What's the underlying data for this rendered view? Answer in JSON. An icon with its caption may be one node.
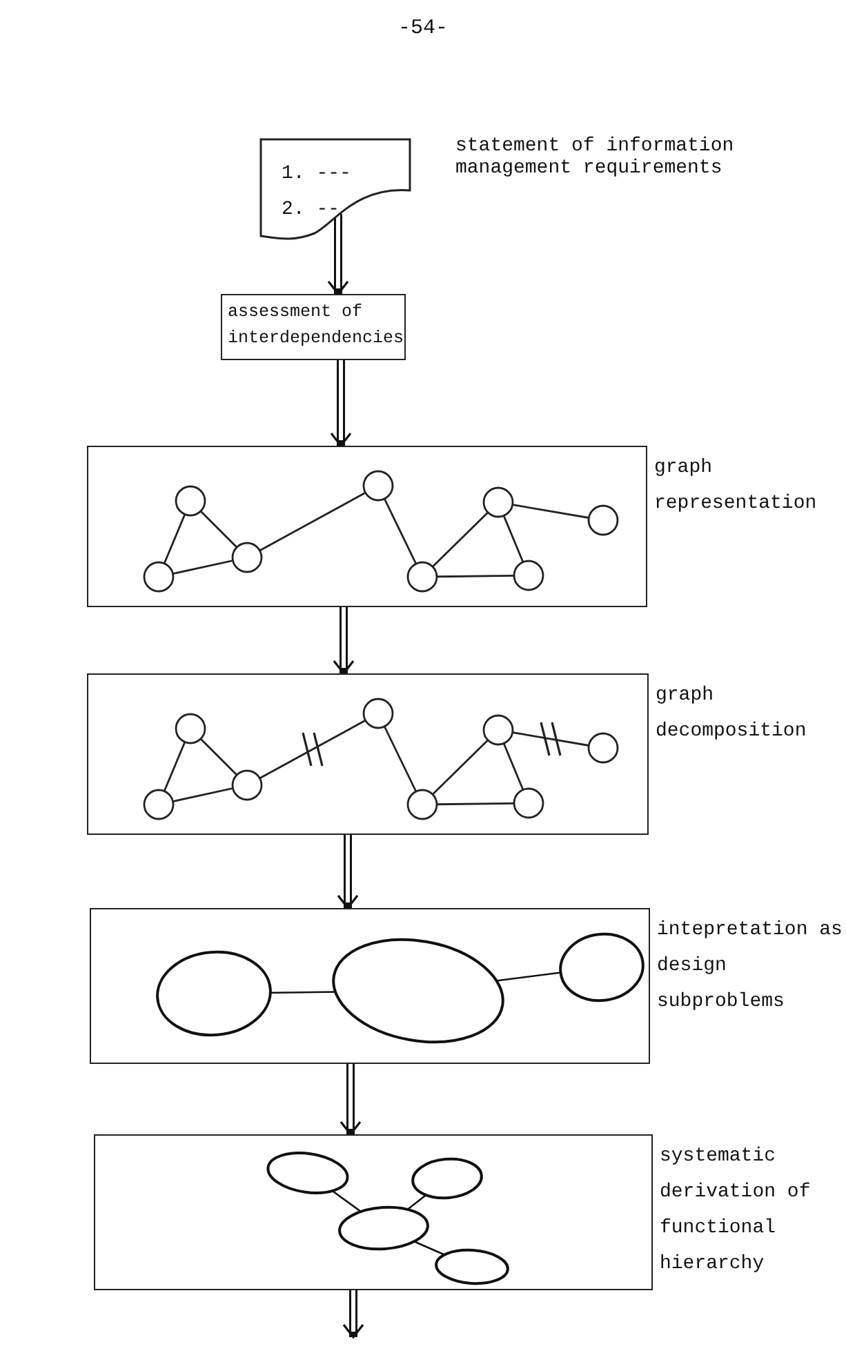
{
  "diagram": {
    "nodes": [
      {
        "text": [
          "1. ---",
          "2. --"
        ],
        "beside": [
          "statement of information management requirements"
        ]
      },
      {
        "text": [
          "assessment of interdependencies"
        ]
      },
      {
        "text": [
          "graph representation"
        ]
      },
      {
        "text": [
          "graph decomposition"
        ]
      },
      {
        "text": [
          "intepretation as design subproblems"
        ]
      },
      {
        "text": [
          "systematic derivation of functional hierarchy"
        ]
      }
    ],
    "edges": [
      {
        "from": 0,
        "to": 1,
        "arrow": "to"
      },
      {
        "from": 1,
        "to": 2,
        "arrow": "to"
      },
      {
        "from": 2,
        "to": 3,
        "arrow": "to"
      },
      {
        "from": 3,
        "to": 4,
        "arrow": "to"
      },
      {
        "from": 4,
        "to": 5,
        "arrow": "to"
      },
      {
        "from": 5,
        "to": null,
        "arrow": "to"
      }
    ],
    "labels": [
      "-54-"
    ]
  }
}
